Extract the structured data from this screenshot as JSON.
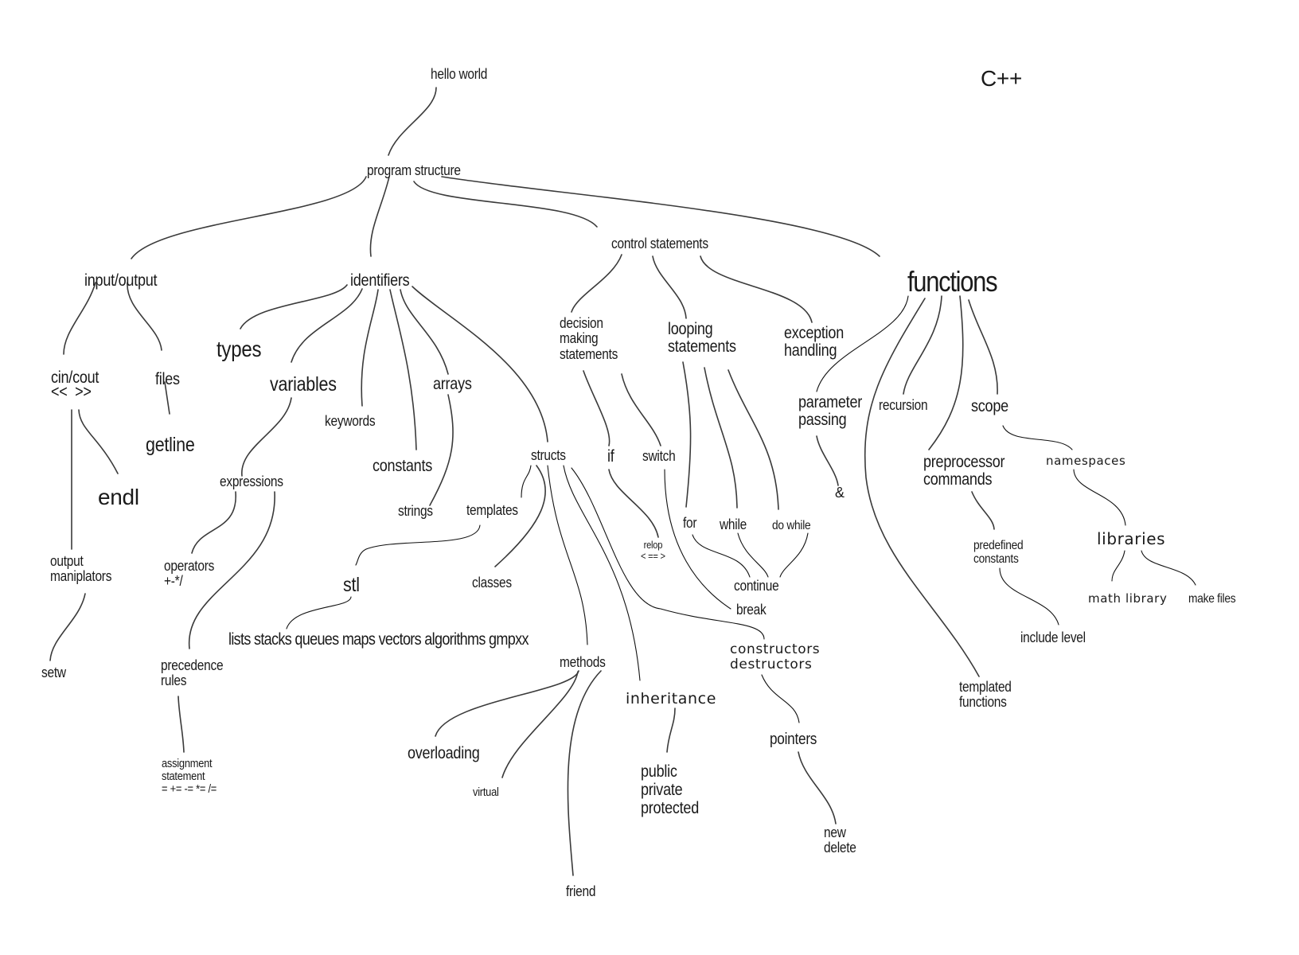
{
  "title": "C++",
  "nodes": {
    "hello_world": "hello world",
    "program_structure": "program structure",
    "input_output": "input/output",
    "identifiers": "identifiers",
    "control_statements": "control statements",
    "functions": "functions",
    "cin_cout": "cin/cout\n<<  >>",
    "files": "files",
    "getline": "getline",
    "endl": "endl",
    "output_manipulators": "output\nmaniplators",
    "setw": "setw",
    "types": "types",
    "variables": "variables",
    "keywords": "keywords",
    "constants": "constants",
    "arrays": "arrays",
    "strings": "strings",
    "expressions": "expressions",
    "operators": "operators\n+-*/",
    "precedence_rules": "precedence\nrules",
    "assignment_statement": "assignment\nstatement\n= += -= *= /=",
    "structs": "structs",
    "templates": "templates",
    "classes": "classes",
    "stl": "stl",
    "stl_containers": "lists stacks queues maps vectors algorithms gmpxx",
    "methods": "methods",
    "overloading": "overloading",
    "virtual": "virtual",
    "friend": "friend",
    "inheritance": "inheritance",
    "access_specifiers": "public\nprivate\nprotected",
    "constructors_destructors": "constructors\ndestructors",
    "pointers": "pointers",
    "new_delete": "new\ndelete",
    "decision_making": "decision\nmaking\nstatements",
    "looping": "looping\nstatements",
    "exception_handling": "exception\nhandling",
    "if": "if",
    "switch": "switch",
    "relop": "relop\n< == >",
    "for": "for",
    "while": "while",
    "do_while": "do while",
    "continue": "continue",
    "break": "break",
    "parameter_passing": "parameter\npassing",
    "ampersand": "&",
    "recursion": "recursion",
    "scope": "scope",
    "preprocessor": "preprocessor\ncommands",
    "namespaces": "namespaces",
    "predefined_constants": "predefined\nconstants",
    "include_level": "include level",
    "libraries": "libraries",
    "math_library": "math library",
    "make_files": "make files",
    "templated_functions": "templated\nfunctions"
  },
  "edges": [
    [
      "hello_world",
      "program_structure"
    ],
    [
      "program_structure",
      "input_output"
    ],
    [
      "program_structure",
      "identifiers"
    ],
    [
      "program_structure",
      "control_statements"
    ],
    [
      "program_structure",
      "functions"
    ],
    [
      "input_output",
      "cin_cout"
    ],
    [
      "input_output",
      "files"
    ],
    [
      "files",
      "getline"
    ],
    [
      "cin_cout",
      "endl"
    ],
    [
      "cin_cout",
      "output_manipulators"
    ],
    [
      "output_manipulators",
      "setw"
    ],
    [
      "identifiers",
      "types"
    ],
    [
      "identifiers",
      "variables"
    ],
    [
      "identifiers",
      "keywords"
    ],
    [
      "identifiers",
      "constants"
    ],
    [
      "identifiers",
      "arrays"
    ],
    [
      "identifiers",
      "structs"
    ],
    [
      "arrays",
      "strings"
    ],
    [
      "variables",
      "expressions"
    ],
    [
      "expressions",
      "operators"
    ],
    [
      "expressions",
      "precedence_rules"
    ],
    [
      "precedence_rules",
      "assignment_statement"
    ],
    [
      "structs",
      "templates"
    ],
    [
      "structs",
      "classes"
    ],
    [
      "structs",
      "methods"
    ],
    [
      "structs",
      "inheritance"
    ],
    [
      "structs",
      "constructors_destructors"
    ],
    [
      "templates",
      "stl"
    ],
    [
      "stl",
      "stl_containers"
    ],
    [
      "methods",
      "overloading"
    ],
    [
      "methods",
      "virtual"
    ],
    [
      "methods",
      "friend"
    ],
    [
      "inheritance",
      "access_specifiers"
    ],
    [
      "constructors_destructors",
      "pointers"
    ],
    [
      "pointers",
      "new_delete"
    ],
    [
      "control_statements",
      "decision_making"
    ],
    [
      "control_statements",
      "looping"
    ],
    [
      "control_statements",
      "exception_handling"
    ],
    [
      "decision_making",
      "if"
    ],
    [
      "decision_making",
      "switch"
    ],
    [
      "if",
      "relop"
    ],
    [
      "switch",
      "break"
    ],
    [
      "looping",
      "for"
    ],
    [
      "looping",
      "while"
    ],
    [
      "looping",
      "do_while"
    ],
    [
      "for",
      "continue"
    ],
    [
      "while",
      "continue"
    ],
    [
      "do_while",
      "continue"
    ],
    [
      "functions",
      "parameter_passing"
    ],
    [
      "functions",
      "templated_functions"
    ],
    [
      "functions",
      "recursion"
    ],
    [
      "functions",
      "preprocessor"
    ],
    [
      "functions",
      "scope"
    ],
    [
      "parameter_passing",
      "ampersand"
    ],
    [
      "scope",
      "namespaces"
    ],
    [
      "namespaces",
      "libraries"
    ],
    [
      "preprocessor",
      "predefined_constants"
    ],
    [
      "predefined_constants",
      "include_level"
    ],
    [
      "libraries",
      "math_library"
    ],
    [
      "libraries",
      "make_files"
    ]
  ]
}
